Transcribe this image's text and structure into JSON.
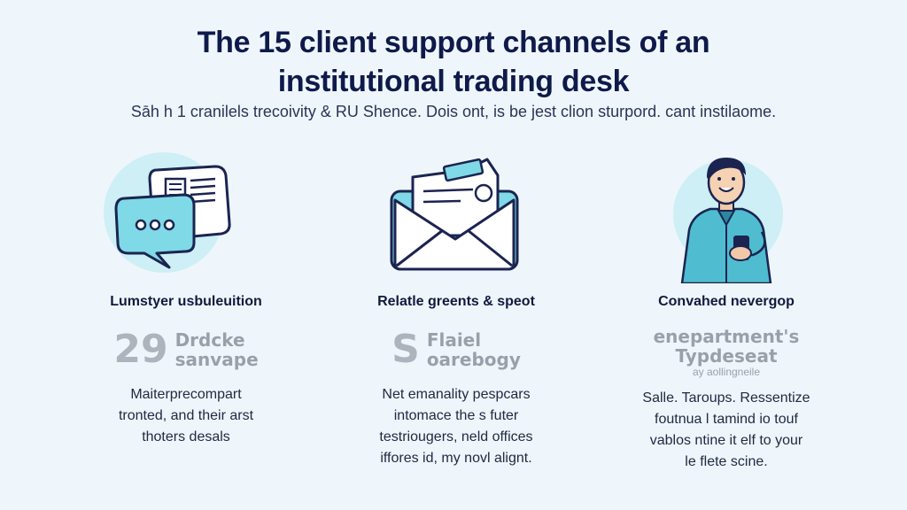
{
  "title": {
    "line1": "The 15 client support channels of an",
    "line2": "institutional trading desk"
  },
  "subtitle": "Sāh h 1 cranilels trecoivity & RU Shence. Dois ont, is be jest clion sturpord. cant instilaome.",
  "columns": [
    {
      "illustration": "chat-bubbles-icon",
      "heading": "Lumstyer usbuleuition",
      "logo_big": "29",
      "logo_text_line1": "Drdcke",
      "logo_text_line2": "sanvape",
      "body_lines": [
        "Maiterprecompart",
        "tronted, and their arst",
        "thoters desals"
      ]
    },
    {
      "illustration": "envelope-icon",
      "heading": "Relatle greents & speot",
      "logo_big": "S",
      "logo_text_line1": "Flaiel",
      "logo_text_line2": "oarebogy",
      "body_lines": [
        "Net emanality pespcars",
        "intomace the s futer",
        "testriougers, neld offices",
        "iffores id, my novl alignt."
      ]
    },
    {
      "illustration": "person-phone-icon",
      "heading": "Convahed nevergop",
      "logo_text_line1": "enepartment's",
      "logo_text_line2": "Typdeseat",
      "logo_text_line3": "ay aollingneile",
      "body_lines": [
        "Salle. Taroups. Ressentize",
        "foutnua l tamind io touf",
        "vablos ntine it elf to your",
        "le flete scine."
      ]
    }
  ],
  "colors": {
    "background": "#eef6fb",
    "accent": "#7fd9e6",
    "navy": "#1b2450"
  }
}
